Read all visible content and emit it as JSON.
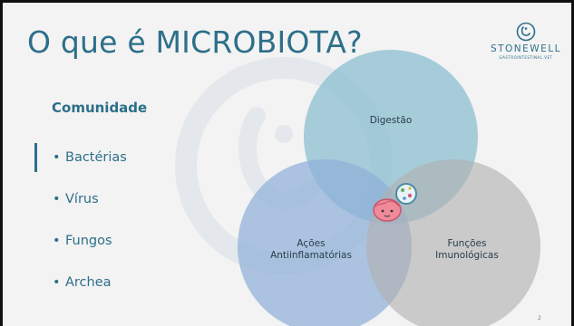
{
  "slide": {
    "title": "O que é MICROBIOTA?",
    "subhead": "Comunidade",
    "bullets": [
      "Bactérias",
      "Vírus",
      "Fungos",
      "Archea"
    ],
    "bullet_glyph": "•",
    "page_number": "2"
  },
  "logo": {
    "name": "STONEWELL",
    "subtitle": "GASTROINTESTINAL.VET"
  },
  "venn": {
    "top_label": "Digestão",
    "left_label": "Ações Antiinflamatórias",
    "left_label_line1": "Ações",
    "left_label_line2": "Antiinflamatórias",
    "right_label": "Funções Imunológicas",
    "right_label_line1": "Funções",
    "right_label_line2": "Imunológicas"
  },
  "colors": {
    "title": "#2d6f8a",
    "circle_top": "#8fc0d2",
    "circle_left": "#8fb0d8",
    "circle_right": "#b9b9b9",
    "background": "#f3f3f3"
  },
  "icons": [
    "stonewell-logo-icon",
    "watermark-icon",
    "intestine-icon",
    "petri-dish-icon"
  ]
}
